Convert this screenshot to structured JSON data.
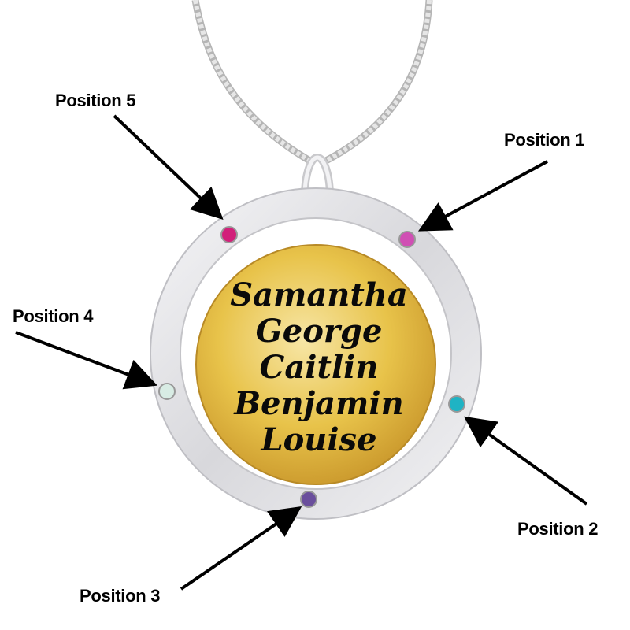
{
  "pendant": {
    "names": [
      "Samantha",
      "George",
      "Caitlin",
      "Benjamin",
      "Louise"
    ]
  },
  "positions": {
    "p1": "Position 1",
    "p2": "Position 2",
    "p3": "Position 3",
    "p4": "Position 4",
    "p5": "Position 5"
  },
  "stones": {
    "p1": "#d04fb4",
    "p2": "#1fb3c4",
    "p3": "#6a4f9c",
    "p4": "#d8ece4",
    "p5": "#d2207a"
  },
  "colors": {
    "gold": "#e8c34a",
    "silver": "#e3e3e6",
    "text": "#000000"
  }
}
